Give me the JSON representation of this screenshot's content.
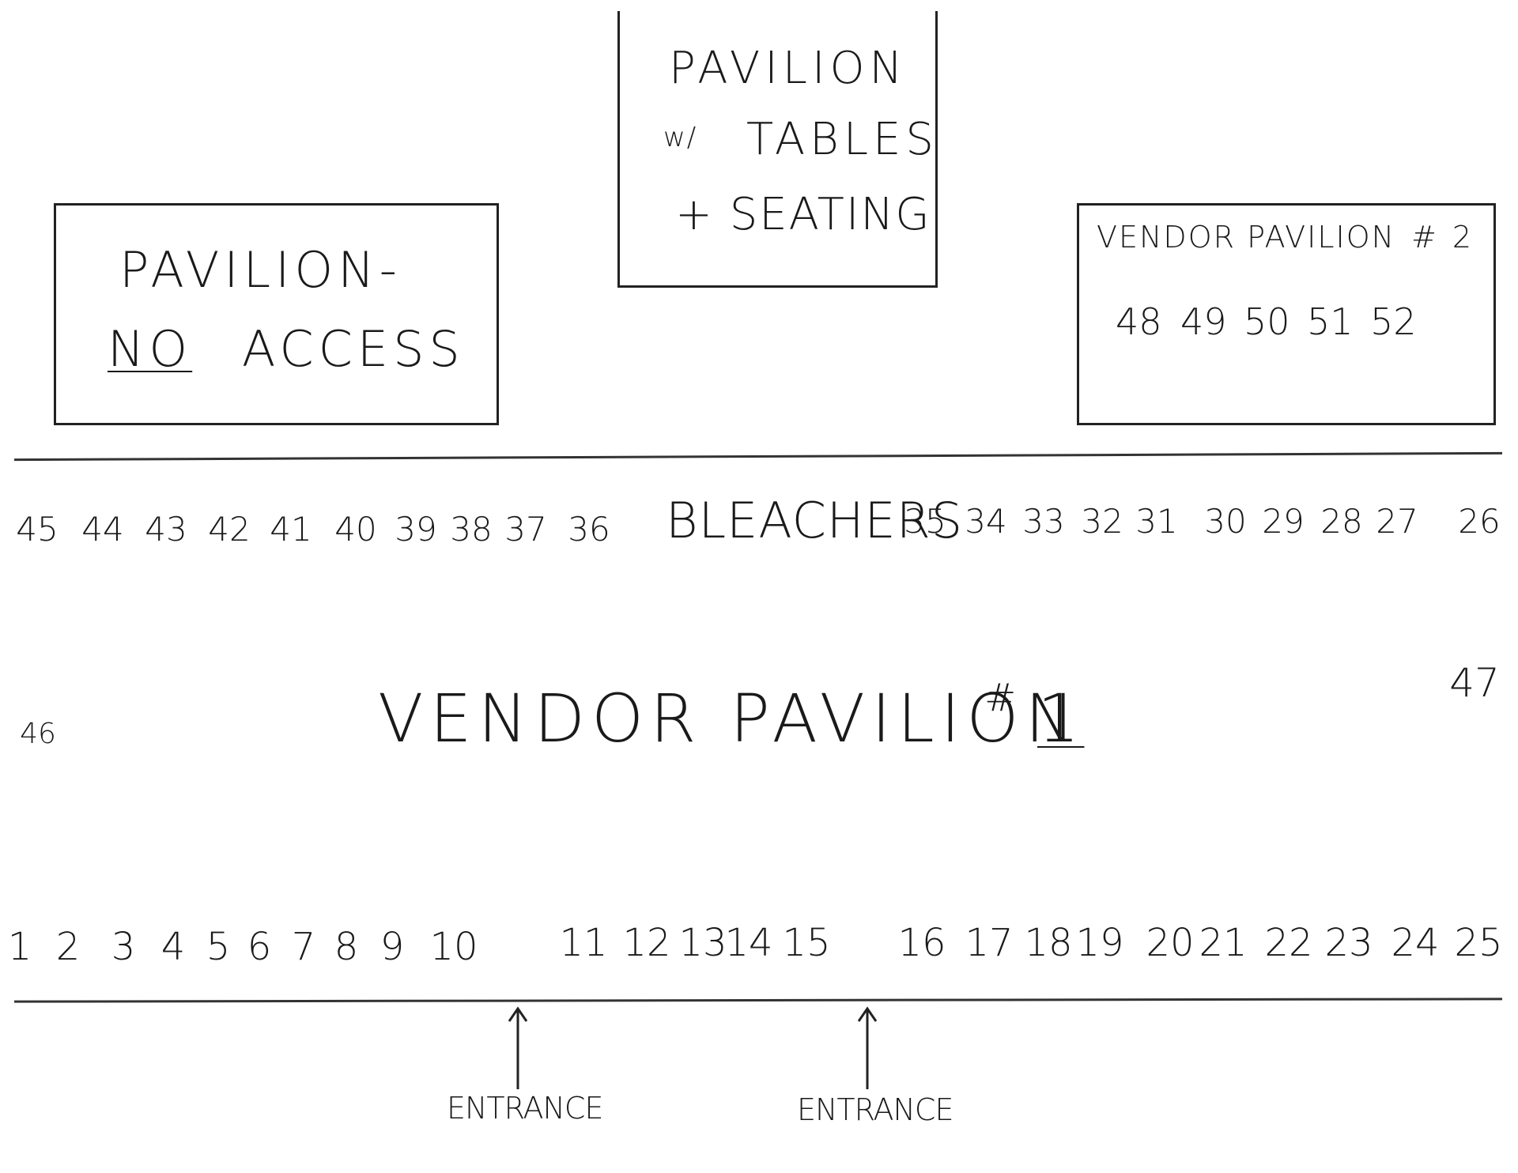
{
  "pavilion_no_access": {
    "title": "PAVILION-",
    "no": "NO",
    "access": "ACCESS"
  },
  "pavilion_tables": {
    "line1": "PAVILION",
    "line2a": "w/",
    "line2b": "TABLES",
    "line3": "+ SEATING"
  },
  "vendor_pavilion_2": {
    "title": "VENDOR PAVILION",
    "hash": "# 2",
    "booths": [
      "48",
      "49",
      "50",
      "51",
      "52"
    ]
  },
  "bleachers": "BLEACHERS",
  "upper_row_left": [
    "45",
    "44",
    "43",
    "42",
    "41",
    "40",
    "39",
    "38",
    "37",
    "36"
  ],
  "upper_row_right": [
    "35",
    "34",
    "33",
    "32",
    "31",
    "30",
    "29",
    "28",
    "27",
    "26"
  ],
  "side_left": "46",
  "side_right": "47",
  "vendor_pavilion_1": {
    "title": "VENDOR PAVILION",
    "hash": "#",
    "number": "1"
  },
  "lower_row_a": [
    "1",
    "2",
    "3",
    "4",
    "5",
    "6",
    "7",
    "8",
    "9",
    "10"
  ],
  "lower_row_b": [
    "11",
    "12",
    "13",
    "14",
    "15"
  ],
  "lower_row_c": [
    "16",
    "17",
    "18",
    "19",
    "20",
    "21",
    "22",
    "23",
    "24",
    "25"
  ],
  "entrance_left": "ENTRANCE",
  "entrance_right": "ENTRANCE"
}
